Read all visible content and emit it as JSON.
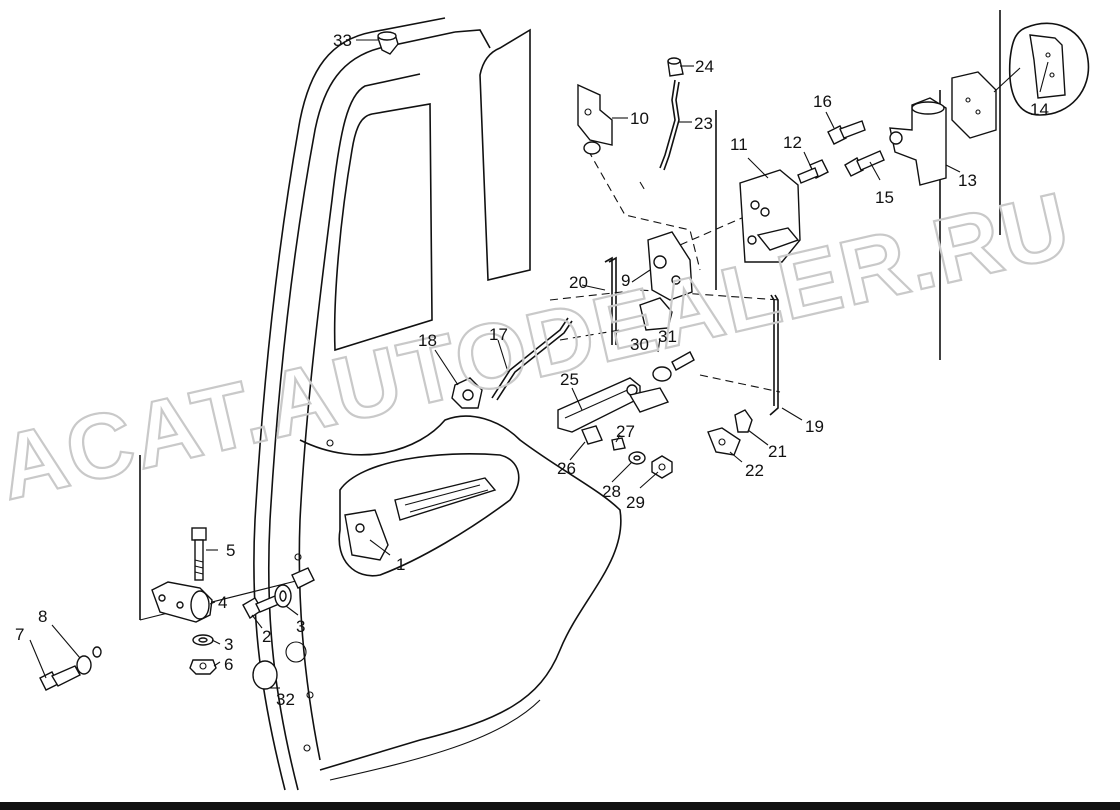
{
  "diagram": {
    "watermark": "ACAT.AUTODEALER.RU",
    "callouts": [
      "1",
      "2",
      "3",
      "3",
      "3",
      "4",
      "5",
      "6",
      "7",
      "8",
      "9",
      "10",
      "11",
      "12",
      "13",
      "14",
      "15",
      "16",
      "17",
      "18",
      "19",
      "20",
      "21",
      "22",
      "23",
      "24",
      "25",
      "26",
      "27",
      "28",
      "29",
      "30",
      "31",
      "32",
      "33"
    ]
  },
  "colors": {
    "line": "#111111",
    "background": "#ffffff",
    "watermark": "#c9c9c9"
  }
}
